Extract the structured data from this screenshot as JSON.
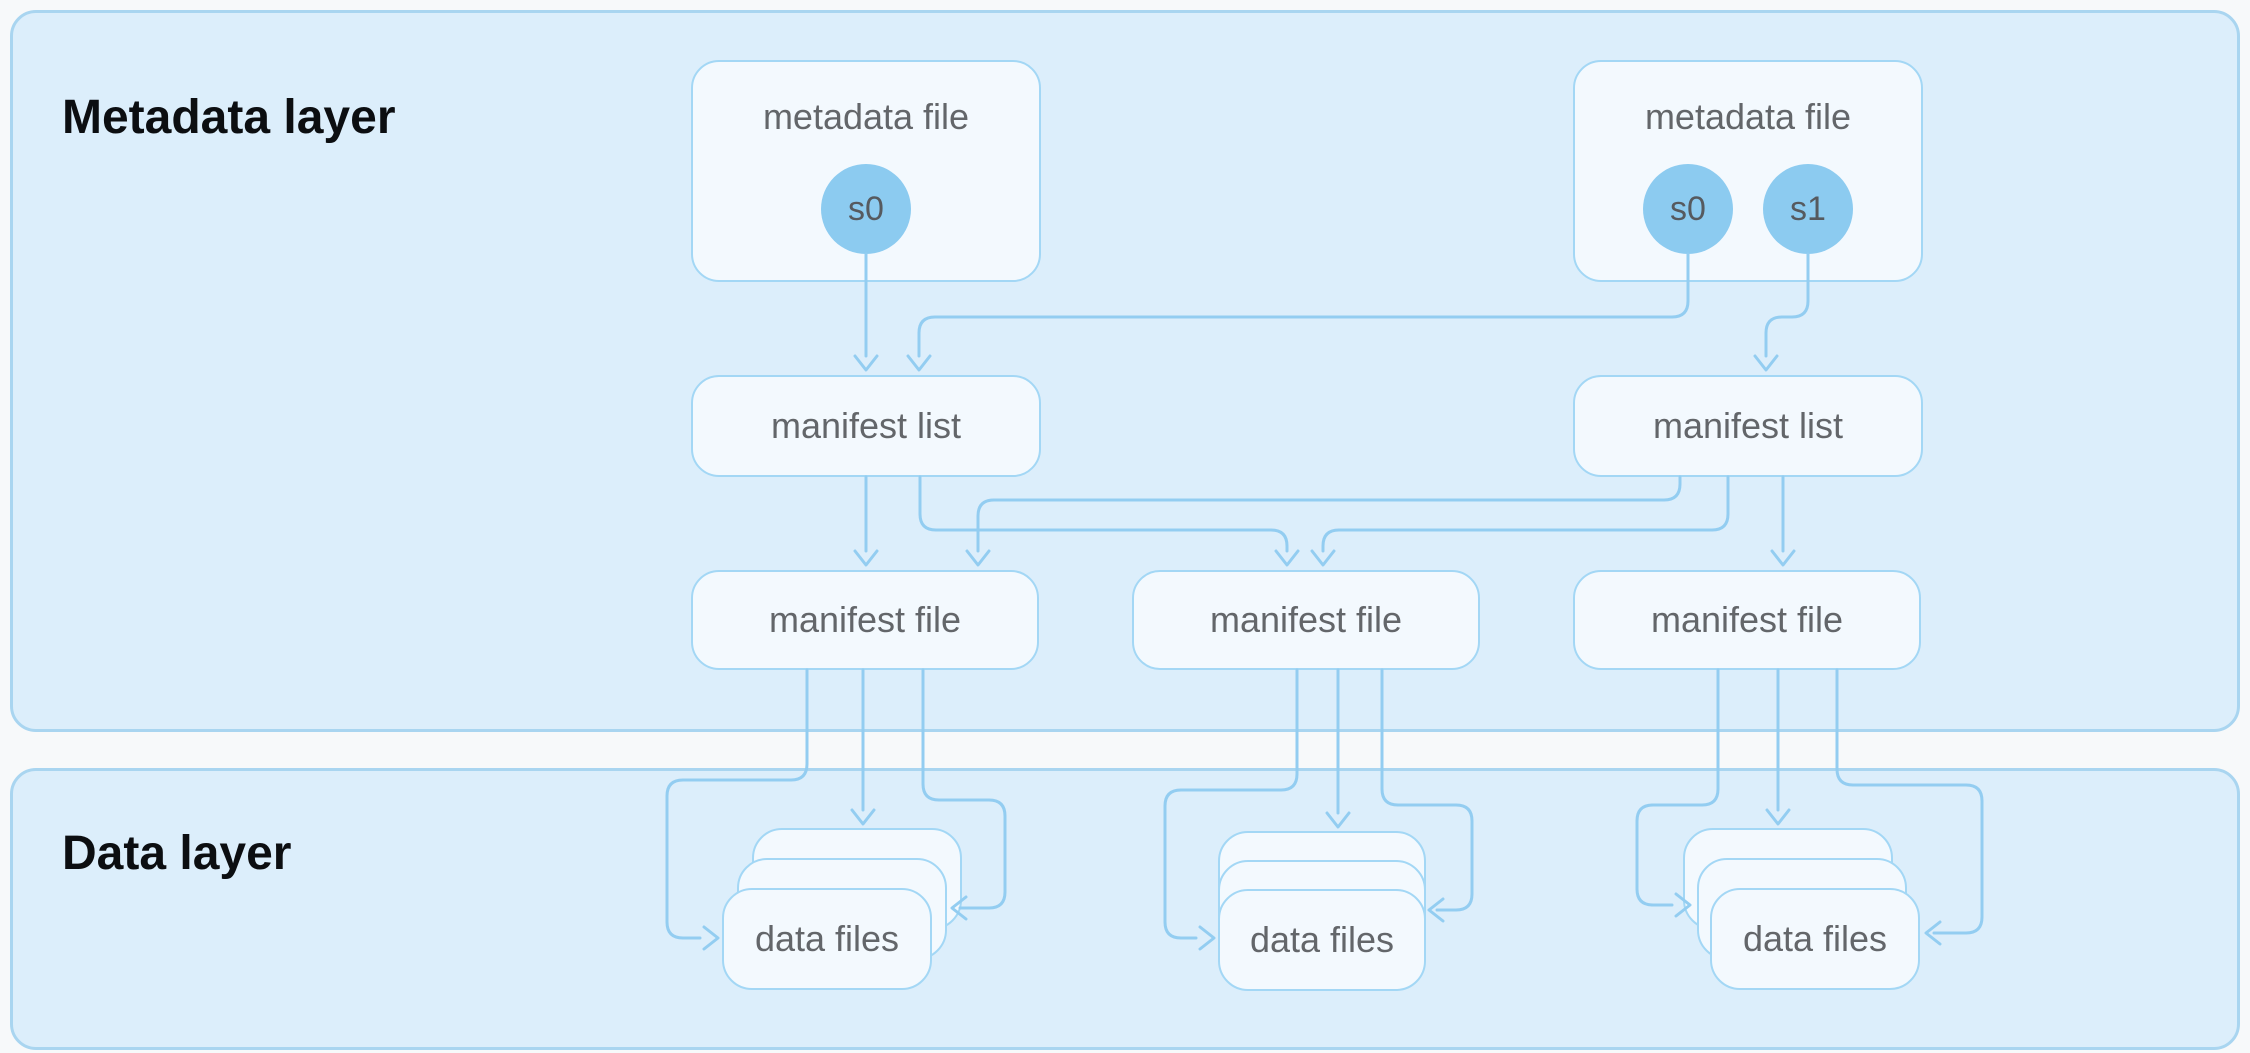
{
  "layers": {
    "metadata": {
      "title": "Metadata layer"
    },
    "data": {
      "title": "Data layer"
    }
  },
  "nodes": {
    "metadata_files": [
      {
        "label": "metadata file",
        "snapshots": [
          "s0"
        ]
      },
      {
        "label": "metadata file",
        "snapshots": [
          "s0",
          "s1"
        ]
      }
    ],
    "manifest_lists": [
      {
        "label": "manifest list"
      },
      {
        "label": "manifest list"
      }
    ],
    "manifest_files": [
      {
        "label": "manifest file"
      },
      {
        "label": "manifest file"
      },
      {
        "label": "manifest file"
      }
    ],
    "data_file_stacks": [
      {
        "label": "data files"
      },
      {
        "label": "data files"
      },
      {
        "label": "data files"
      }
    ]
  },
  "colors": {
    "page_bg": "#f7f9fa",
    "panel_bg": "#dceefb",
    "panel_border": "#a9d5f0",
    "node_bg": "#f3f9fe",
    "node_border": "#a3d7f5",
    "connector": "#93cdf1",
    "snapshot_circle": "#8ccbf0",
    "label_gray": "#63666a",
    "title_color": "#0c0e11"
  }
}
